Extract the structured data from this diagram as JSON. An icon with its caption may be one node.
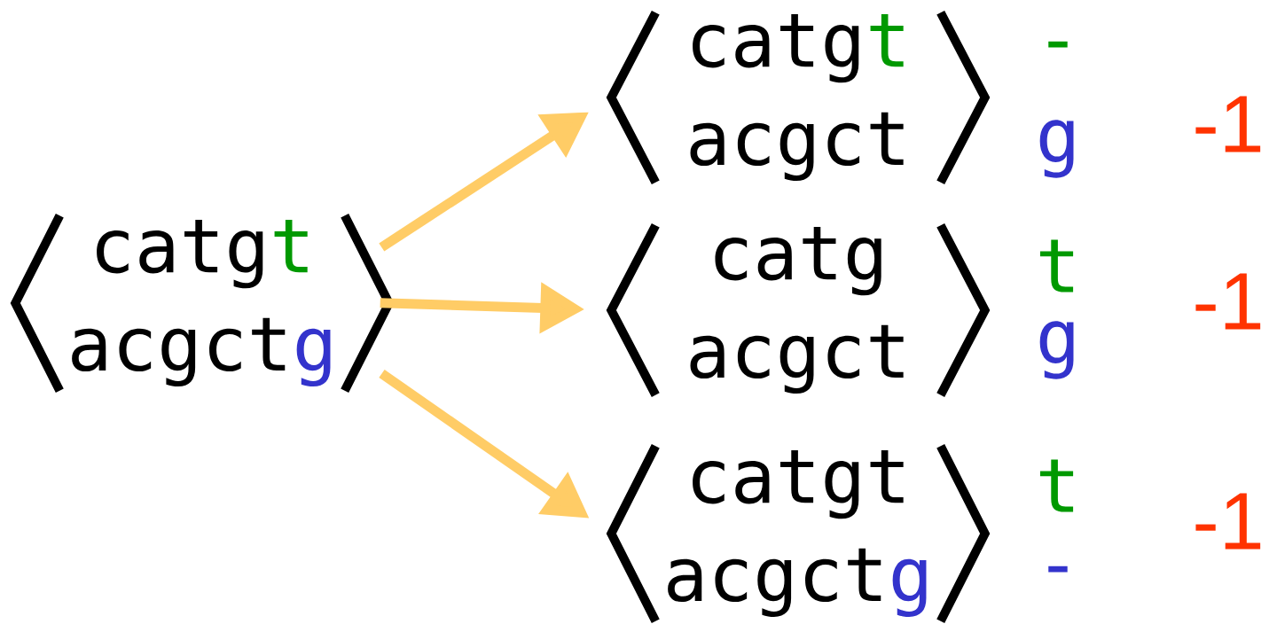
{
  "diagram": {
    "nodes": [
      {
        "text": [
          "catg",
          "t",
          "acgct",
          "g"
        ]
      },
      {
        "text": [
          "catg",
          "t",
          "acgct"
        ],
        "beside": [
          "-",
          "g",
          "-1"
        ]
      },
      {
        "text": [
          "catg",
          "acgct"
        ],
        "beside": [
          "t",
          "g",
          "-1"
        ]
      },
      {
        "text": [
          "catgt",
          "acgct",
          "g"
        ],
        "beside": [
          "t",
          "-",
          "-1"
        ]
      }
    ],
    "edges": [
      {
        "from": 0,
        "to": 1,
        "arrow": "to"
      },
      {
        "from": 0,
        "to": 2,
        "arrow": "to"
      },
      {
        "from": 0,
        "to": 3,
        "arrow": "to"
      }
    ]
  }
}
